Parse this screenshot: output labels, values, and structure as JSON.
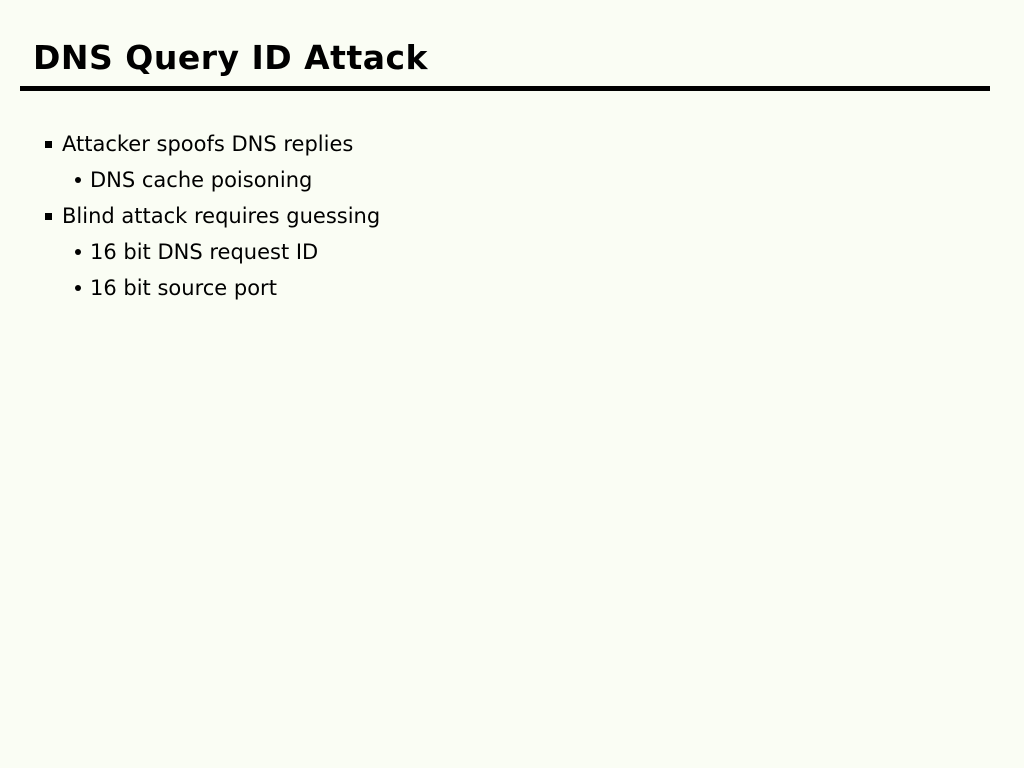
{
  "slide": {
    "title": "DNS Query ID Attack",
    "bullets": [
      {
        "level": 1,
        "text": "Attacker spoofs DNS replies"
      },
      {
        "level": 2,
        "text": "DNS cache poisoning"
      },
      {
        "level": 1,
        "text": "Blind attack requires guessing"
      },
      {
        "level": 2,
        "text": "16 bit DNS request ID"
      },
      {
        "level": 2,
        "text": "16 bit source port"
      }
    ],
    "colors": {
      "background": "#fafdf4",
      "text": "#000000",
      "title_rule": "#000000"
    }
  }
}
